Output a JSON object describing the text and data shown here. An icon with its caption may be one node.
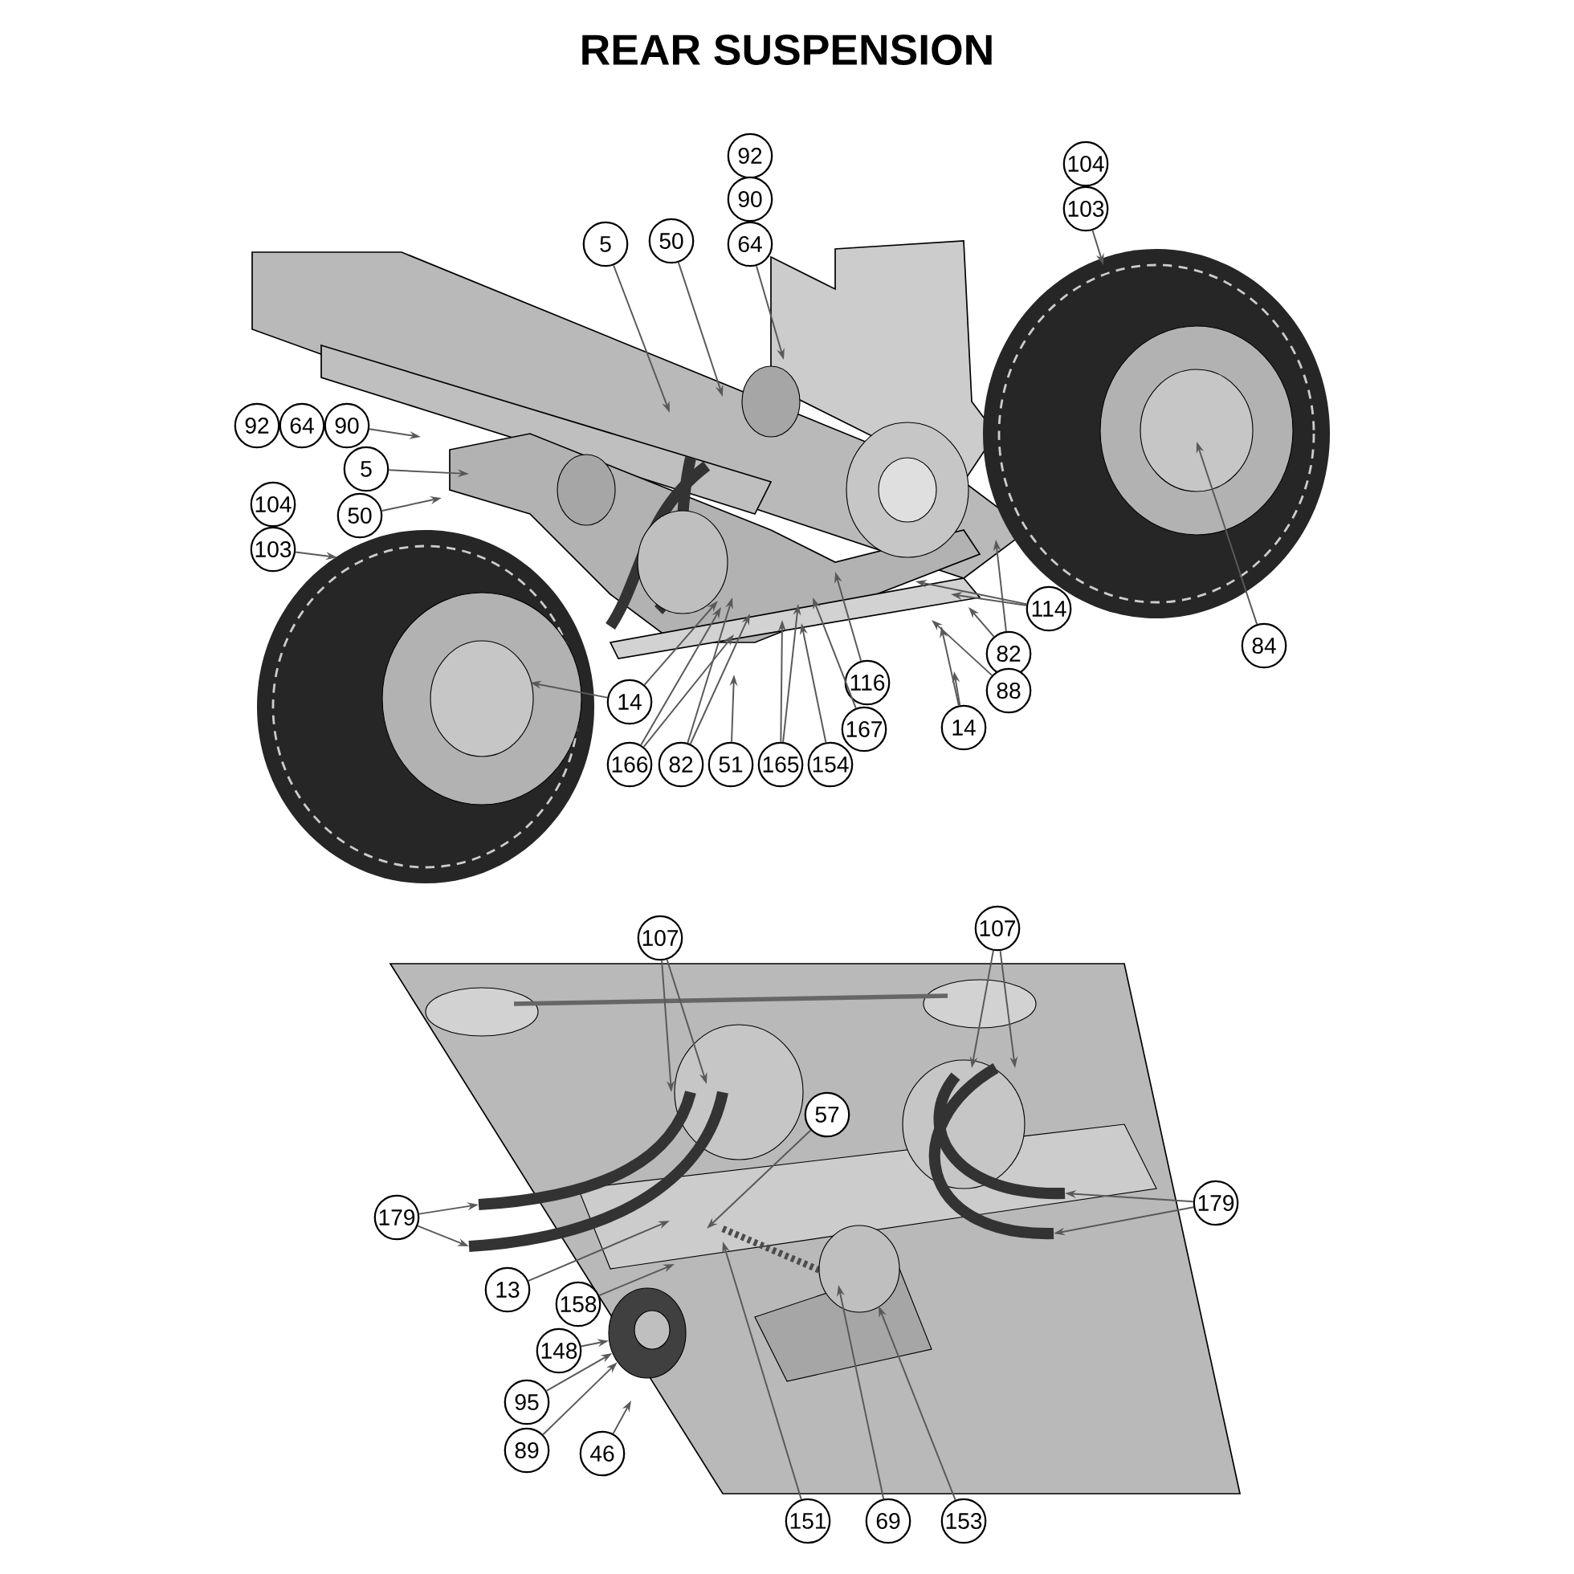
{
  "diagram": {
    "title": "REAR SUSPENSION",
    "nodes": [
      {
        "text": [
          "92"
        ]
      },
      {
        "text": [
          "90"
        ]
      },
      {
        "text": [
          "64"
        ]
      },
      {
        "text": [
          "104"
        ]
      },
      {
        "text": [
          "103"
        ]
      },
      {
        "text": [
          "5"
        ]
      },
      {
        "text": [
          "50"
        ]
      },
      {
        "text": [
          "92"
        ]
      },
      {
        "text": [
          "64"
        ]
      },
      {
        "text": [
          "90"
        ]
      },
      {
        "text": [
          "5"
        ]
      },
      {
        "text": [
          "104"
        ]
      },
      {
        "text": [
          "50"
        ]
      },
      {
        "text": [
          "103"
        ]
      },
      {
        "text": [
          "114"
        ]
      },
      {
        "text": [
          "84"
        ]
      },
      {
        "text": [
          "82"
        ]
      },
      {
        "text": [
          "116"
        ]
      },
      {
        "text": [
          "88"
        ]
      },
      {
        "text": [
          "14"
        ]
      },
      {
        "text": [
          "167"
        ]
      },
      {
        "text": [
          "14"
        ]
      },
      {
        "text": [
          "166"
        ]
      },
      {
        "text": [
          "82"
        ]
      },
      {
        "text": [
          "51"
        ]
      },
      {
        "text": [
          "165"
        ]
      },
      {
        "text": [
          "154"
        ]
      },
      {
        "text": [
          "107"
        ]
      },
      {
        "text": [
          "107"
        ]
      },
      {
        "text": [
          "57"
        ]
      },
      {
        "text": [
          "179"
        ]
      },
      {
        "text": [
          "179"
        ]
      },
      {
        "text": [
          "13"
        ]
      },
      {
        "text": [
          "158"
        ]
      },
      {
        "text": [
          "148"
        ]
      },
      {
        "text": [
          "95"
        ]
      },
      {
        "text": [
          "89"
        ]
      },
      {
        "text": [
          "46"
        ]
      },
      {
        "text": [
          "151"
        ]
      },
      {
        "text": [
          "69"
        ]
      },
      {
        "text": [
          "153"
        ]
      },
      {
        "text": [],
        "shape": "circle"
      }
    ],
    "edges": [
      {
        "from": 2,
        "to": null,
        "arrow": "to"
      },
      {
        "from": 4,
        "to": null,
        "arrow": "to"
      },
      {
        "from": 5,
        "to": null,
        "arrow": "to"
      },
      {
        "from": 6,
        "to": null,
        "arrow": "to"
      },
      {
        "from": 9,
        "to": null,
        "arrow": "to"
      },
      {
        "from": 10,
        "to": null,
        "arrow": "to"
      },
      {
        "from": 12,
        "to": null,
        "arrow": "to"
      },
      {
        "from": 13,
        "to": null,
        "arrow": "to"
      },
      {
        "from": 14,
        "to": null,
        "arrow": "to"
      },
      {
        "from": 14,
        "to": null,
        "arrow": "to"
      },
      {
        "from": 15,
        "to": null,
        "arrow": "to"
      },
      {
        "from": 16,
        "to": null,
        "arrow": "to"
      },
      {
        "from": 16,
        "to": null,
        "arrow": "to"
      },
      {
        "from": 17,
        "to": null,
        "arrow": "to"
      },
      {
        "from": 18,
        "to": null,
        "arrow": "to"
      },
      {
        "from": 19,
        "to": null,
        "arrow": "to"
      },
      {
        "from": 19,
        "to": null,
        "arrow": "to"
      },
      {
        "from": 20,
        "to": null,
        "arrow": "to"
      },
      {
        "from": 21,
        "to": null,
        "arrow": "to"
      },
      {
        "from": 21,
        "to": null,
        "arrow": "to"
      },
      {
        "from": 22,
        "to": null,
        "arrow": "to"
      },
      {
        "from": 22,
        "to": null,
        "arrow": "to"
      },
      {
        "from": 23,
        "to": null,
        "arrow": "to"
      },
      {
        "from": 23,
        "to": null,
        "arrow": "to"
      },
      {
        "from": 24,
        "to": null,
        "arrow": "to"
      },
      {
        "from": 25,
        "to": null,
        "arrow": "to"
      },
      {
        "from": 25,
        "to": null,
        "arrow": "to"
      },
      {
        "from": 26,
        "to": null,
        "arrow": "to"
      },
      {
        "from": 27,
        "to": null,
        "arrow": "to"
      },
      {
        "from": 27,
        "to": null,
        "arrow": "to"
      },
      {
        "from": 28,
        "to": null,
        "arrow": "to"
      },
      {
        "from": 28,
        "to": null,
        "arrow": "to"
      },
      {
        "from": 29,
        "to": null,
        "arrow": "to"
      },
      {
        "from": 30,
        "to": null,
        "arrow": "to"
      },
      {
        "from": 30,
        "to": null,
        "arrow": "to"
      },
      {
        "from": 31,
        "to": null,
        "arrow": "to"
      },
      {
        "from": 31,
        "to": null,
        "arrow": "to"
      },
      {
        "from": 32,
        "to": null,
        "arrow": "to"
      },
      {
        "from": 33,
        "to": null,
        "arrow": "to"
      },
      {
        "from": 34,
        "to": 41,
        "arrow": "to"
      },
      {
        "from": 35,
        "to": 41,
        "arrow": "to"
      },
      {
        "from": 36,
        "to": 41,
        "arrow": "to"
      },
      {
        "from": 37,
        "to": null,
        "arrow": "to"
      },
      {
        "from": 38,
        "to": null,
        "arrow": "to"
      },
      {
        "from": 39,
        "to": null,
        "arrow": "to"
      },
      {
        "from": 40,
        "to": null,
        "arrow": "to"
      }
    ]
  }
}
